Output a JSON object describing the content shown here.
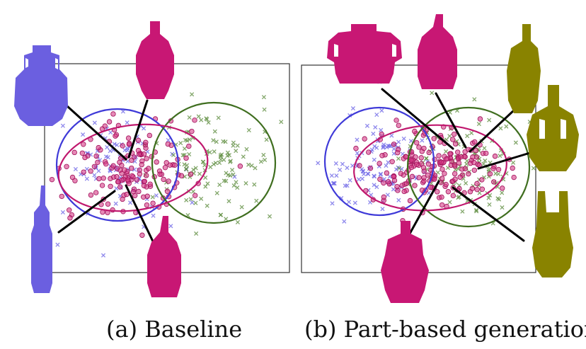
{
  "captions": {
    "left": "(a) Baseline",
    "right": "(b) Part-based generation"
  },
  "colors": {
    "blue": "#5b55e0",
    "magenta": "#c81774",
    "green": "#3f6e1f",
    "olive": "#8a8500",
    "frame": "#333333",
    "connector": "#000000"
  },
  "icons": {
    "vase_silhouette": "vase-icon",
    "marker_cross": "x-marker",
    "marker_dot": "circle-marker"
  }
}
